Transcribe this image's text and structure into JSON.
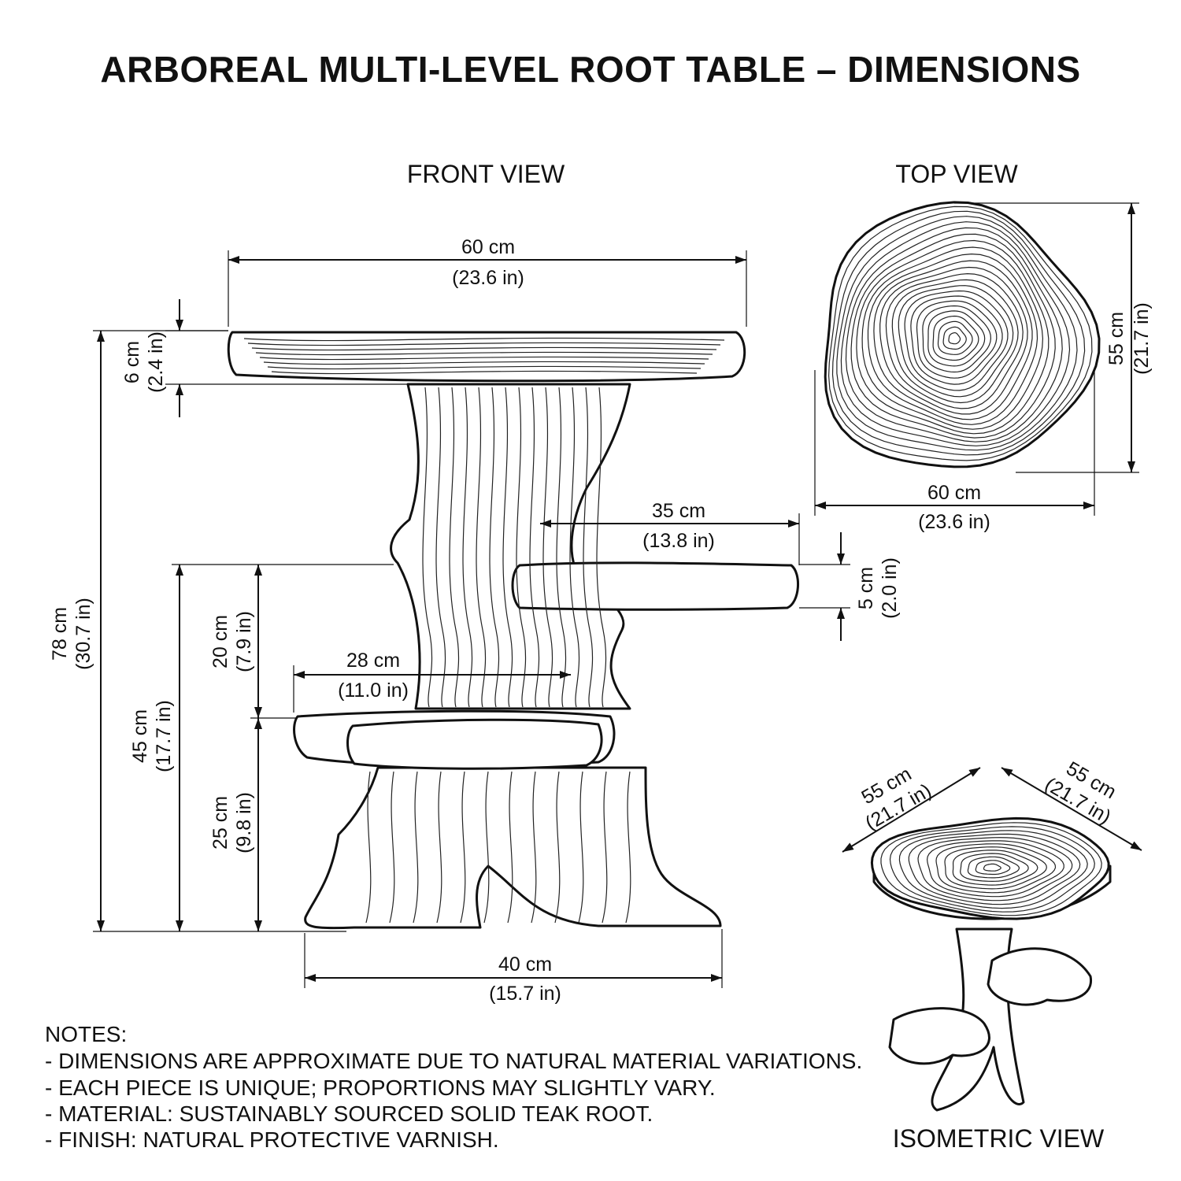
{
  "title": "ARBOREAL MULTI-LEVEL ROOT TABLE – DIMENSIONS",
  "views": {
    "front": "FRONT VIEW",
    "top": "TOP VIEW",
    "isometric": "ISOMETRIC VIEW"
  },
  "front_dims": {
    "top_width": {
      "cm": "60 cm",
      "in": "(23.6 in)"
    },
    "top_thickness": {
      "cm": "6 cm",
      "in": "(2.4 in)"
    },
    "total_height": {
      "cm": "78 cm",
      "in": "(30.7 in)"
    },
    "mid_shelf_height": {
      "cm": "45 cm",
      "in": "(17.7 in)"
    },
    "shelf_gap": {
      "cm": "20 cm",
      "in": "(7.9 in)"
    },
    "low_shelf_height": {
      "cm": "25 cm",
      "in": "(9.8 in)"
    },
    "low_shelf_width": {
      "cm": "28 cm",
      "in": "(11.0 in)"
    },
    "mid_shelf_width": {
      "cm": "35 cm",
      "in": "(13.8 in)"
    },
    "mid_shelf_thickness": {
      "cm": "5 cm",
      "in": "(2.0 in)"
    },
    "base_width": {
      "cm": "40 cm",
      "in": "(15.7 in)"
    }
  },
  "top_dims": {
    "depth": {
      "cm": "55 cm",
      "in": "(21.7 in)"
    },
    "width": {
      "cm": "60 cm",
      "in": "(23.6 in)"
    }
  },
  "iso_dims": {
    "left": {
      "cm": "55 cm",
      "in": "(21.7 in)"
    },
    "right": {
      "cm": "55 cm",
      "in": "(21.7 in)"
    }
  },
  "notes": {
    "heading": "NOTES:",
    "items": [
      "- DIMENSIONS ARE APPROXIMATE DUE TO NATURAL MATERIAL VARIATIONS.",
      "- EACH PIECE IS UNIQUE; PROPORTIONS MAY SLIGHTLY VARY.",
      "- MATERIAL: SUSTAINABLY SOURCED SOLID TEAK ROOT.",
      "- FINISH: NATURAL PROTECTIVE VARNISH."
    ]
  }
}
